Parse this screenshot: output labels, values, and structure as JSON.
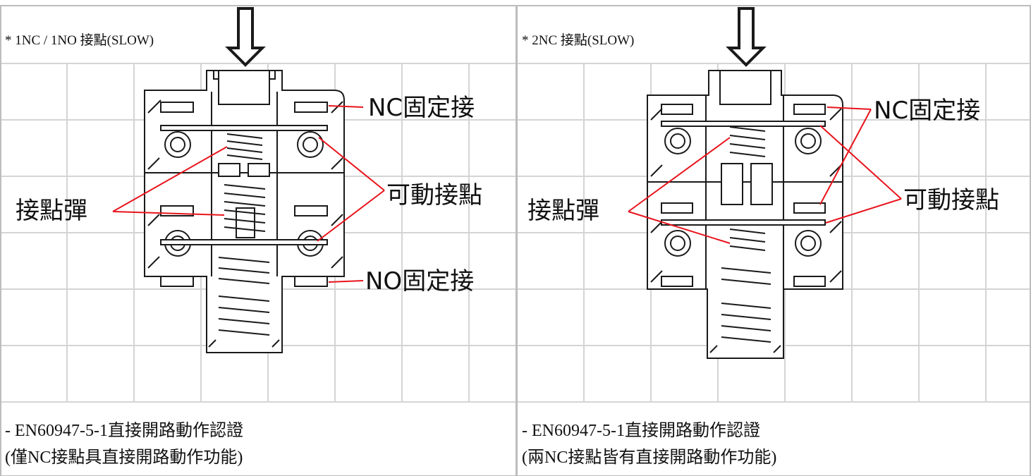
{
  "left": {
    "caption": "* 1NC / 1NO 接點(SLOW)",
    "labels": {
      "nc_fixed": "NC固定接",
      "movable": "可動接點",
      "spring": "接點彈",
      "no_fixed": "NO固定接"
    },
    "note_line1": "- EN60947-5-1直接開路動作認證",
    "note_line2": " (僅NC接點具直接開路動作功能)"
  },
  "right": {
    "caption": "* 2NC 接點(SLOW)",
    "labels": {
      "nc_fixed": "NC固定接",
      "movable": "可動接點",
      "spring": "接點彈"
    },
    "note_line1": "- EN60947-5-1直接開路動作認證",
    "note_line2": " (兩NC接點皆有直接開路動作功能)"
  },
  "colors": {
    "grid": "#d4d4d4",
    "border": "#bdbdbd",
    "drawing": "#1a1a1a",
    "leader": "#e8141c"
  },
  "icons": [
    "down-arrow-icon"
  ]
}
